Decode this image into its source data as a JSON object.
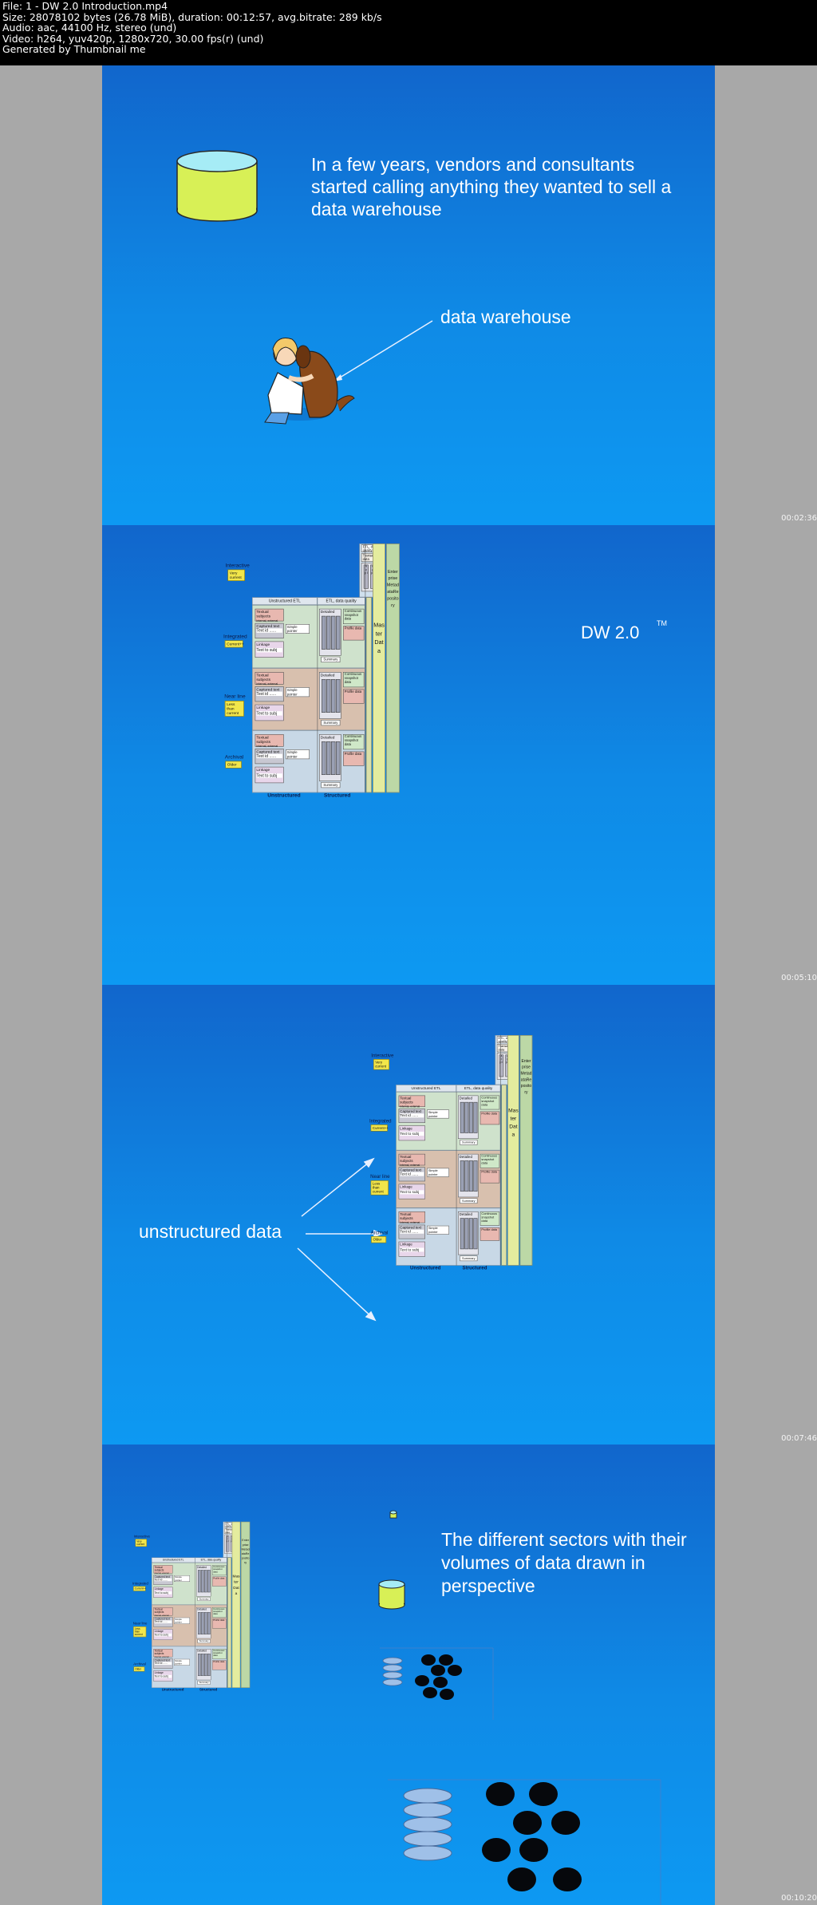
{
  "header": {
    "lines": [
      "File: 1 - DW 2.0 Introduction.mp4",
      "Size: 28078102 bytes (26.78 MiB), duration: 00:12:57, avg.bitrate: 289 kb/s",
      "Audio: aac, 44100 Hz, stereo (und)",
      "Video: h264, yuv420p, 1280x720, 30.00 fps(r) (und)",
      "Generated by Thumbnail me"
    ]
  },
  "timestamps": [
    "00:02:36",
    "00:05:10",
    "00:07:46",
    "00:10:20"
  ],
  "slide1": {
    "title": "In a few years, vendors and consultants started calling anything they wanted to sell a data warehouse",
    "label": "data warehouse",
    "colors": {
      "cylinder": "#d8f056",
      "cylinder_top": "#a6ecf6"
    }
  },
  "slide2": {
    "title": "DW 2.0",
    "tm": "TM"
  },
  "slide3": {
    "label": "unstructured data"
  },
  "slide4": {
    "title": "The different sectors with their volumes of data drawn in perspective"
  },
  "diagram": {
    "sectors": [
      {
        "name": "Interactive",
        "tag": "Very current"
      },
      {
        "name": "Integrated",
        "tag": "Current++"
      },
      {
        "name": "Near line",
        "tag": "Less than current"
      },
      {
        "name": "Archival",
        "tag": "Older"
      }
    ],
    "etl_top": "ETL, data quality",
    "transaction": "Transaction data",
    "app": "A p p l",
    "unstructured_etl": "Unstructured ETL",
    "structured_etl": "ETL, data quality",
    "textual": "Textual subjects",
    "internal": "Internal, external",
    "captured": "Captured text",
    "textid": "Text id ......",
    "simple": "Simple pointer",
    "linkage": "Linkage",
    "texttosubj": "Text to subj",
    "detailed": "Detailed",
    "summary": "Summary",
    "continuous": "Continuous snapshot data",
    "profile": "Profile data",
    "master": "Master Data",
    "enterprise": "EnterpriseMetadataRepository",
    "bottom_unstructured": "Unstructured",
    "bottom_structured": "Structured"
  }
}
